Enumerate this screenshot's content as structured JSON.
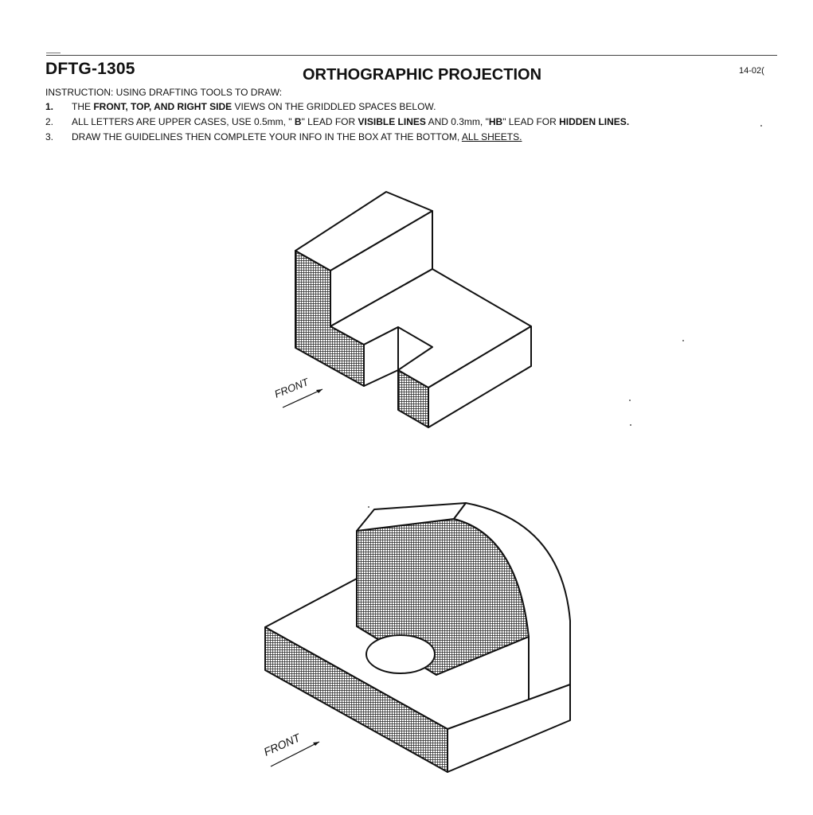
{
  "header": {
    "course": "DFTG-1305",
    "title": "ORTHOGRAPHIC PROJECTION",
    "code": "14-02("
  },
  "instructions": {
    "lead": "INSTRUCTION: USING DRAFTING TOOLS TO DRAW:",
    "steps": [
      {
        "number": "1.",
        "parts": [
          {
            "text": "THE ",
            "style": "normal"
          },
          {
            "text": "FRONT, TOP, AND RIGHT SIDE",
            "style": "bold"
          },
          {
            "text": "  VIEWS ON THE GRIDDLED SPACES BELOW.",
            "style": "normal"
          }
        ]
      },
      {
        "number": "2.",
        "parts": [
          {
            "text": "ALL LETTERS ARE UPPER CASES, USE 0.5mm, \" ",
            "style": "normal"
          },
          {
            "text": "B",
            "style": "bold"
          },
          {
            "text": "\" LEAD FOR ",
            "style": "normal"
          },
          {
            "text": "VISIBLE LINES",
            "style": "bold"
          },
          {
            "text": " AND 0.3mm, \"",
            "style": "normal"
          },
          {
            "text": "HB",
            "style": "bold"
          },
          {
            "text": "\" LEAD FOR ",
            "style": "normal"
          },
          {
            "text": "HIDDEN LINES.",
            "style": "bold"
          }
        ]
      },
      {
        "number": "3.",
        "parts": [
          {
            "text": "DRAW THE GUIDELINES THEN COMPLETE YOUR INFO IN THE BOX AT THE BOTTOM,  ",
            "style": "normal"
          },
          {
            "text": "ALL SHEETS.",
            "style": "underline"
          }
        ]
      }
    ]
  },
  "figures": {
    "figure1_front_label": "FRONT",
    "figure2_front_label": "FRONT"
  },
  "colors": {
    "ink": "#111111",
    "hatch": "#222222"
  }
}
